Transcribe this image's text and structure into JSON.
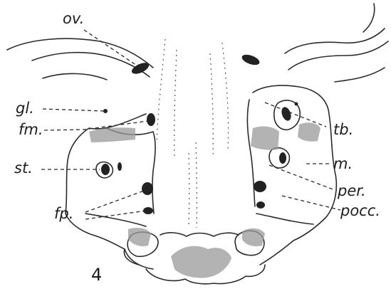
{
  "figure": {
    "number": "4",
    "labels": {
      "ov": "ov.",
      "gl": "gl.",
      "fm": "fm.",
      "st": "st.",
      "fp": "fp.",
      "tb": "tb.",
      "m": "m.",
      "per": "per.",
      "pocc": "pocc."
    }
  }
}
